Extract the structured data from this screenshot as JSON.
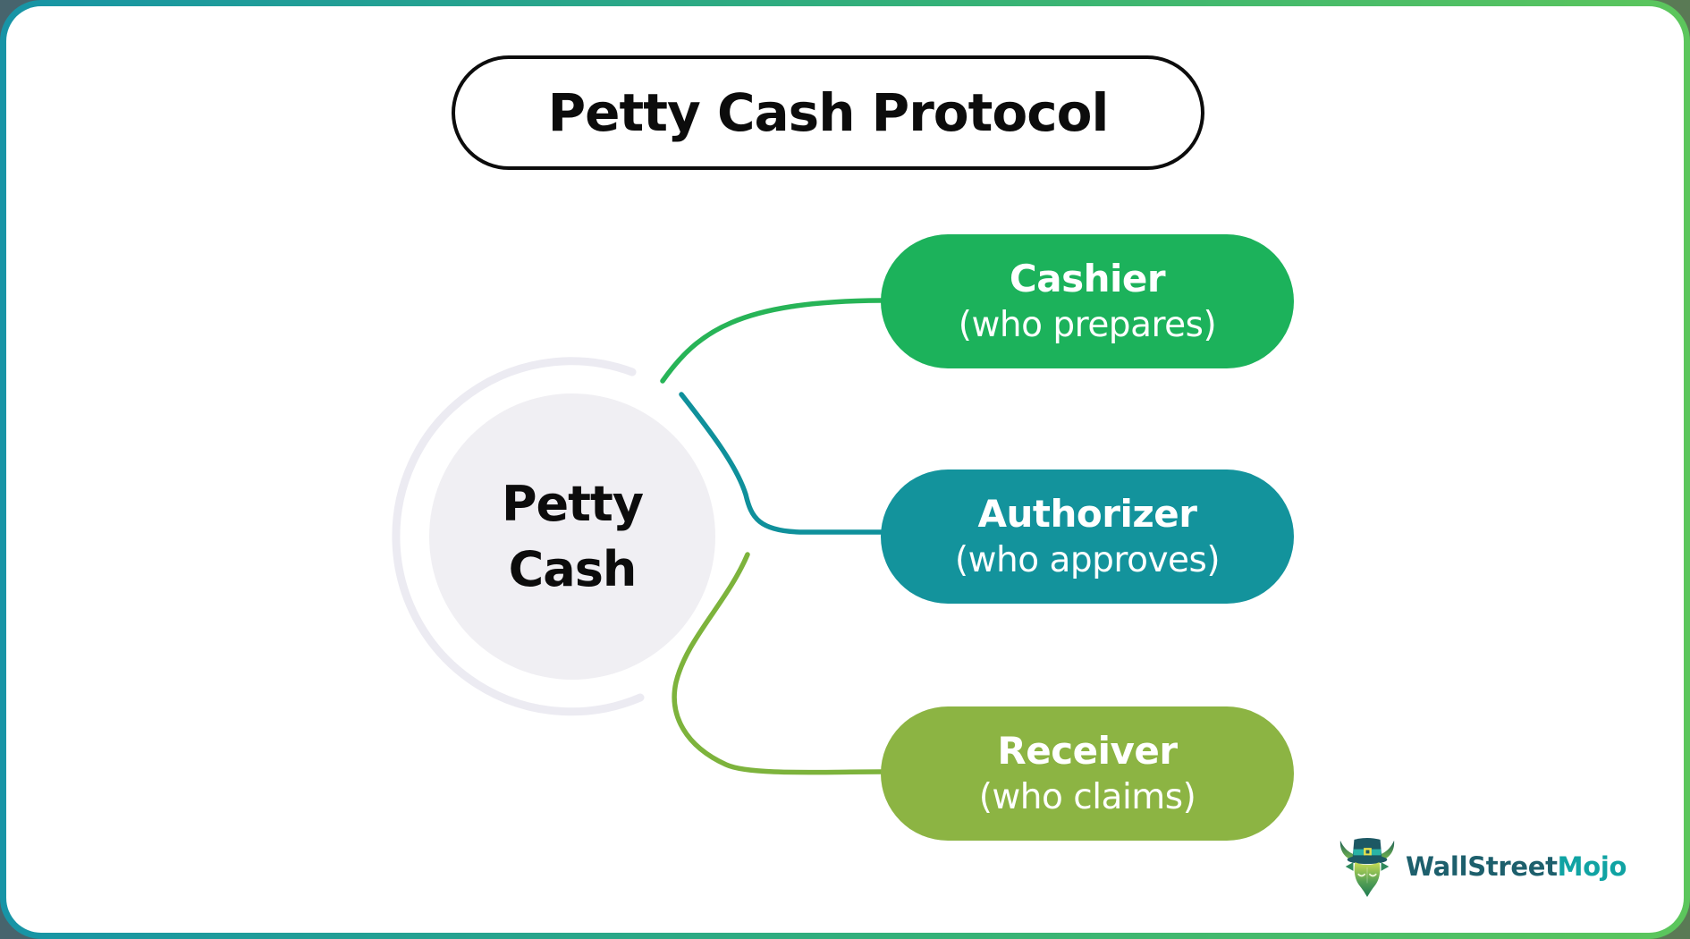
{
  "title": "Petty Cash Protocol",
  "hub": {
    "line1": "Petty",
    "line2": "Cash"
  },
  "nodes": [
    {
      "role": "Cashier",
      "subtitle": "(who prepares)",
      "fill": "#1CB25B",
      "line": "#27B457"
    },
    {
      "role": "Authorizer",
      "subtitle": "(who approves)",
      "fill": "#13939C",
      "line": "#0F909B"
    },
    {
      "role": "Receiver",
      "subtitle": "(who claims)",
      "fill": "#8CB443",
      "line": "#7DB33C"
    }
  ],
  "logo": {
    "brand_primary": "WallStreet",
    "brand_accent": "Mojo",
    "primary_color": "#1D5F6C",
    "accent_color": "#10A3A3"
  },
  "colors": {
    "card_background": "#FFFFFF",
    "frame_gradient_start": "#1794A6",
    "frame_gradient_end": "#5CC65C",
    "title_text": "#0C0C0C",
    "title_border": "#0C0C0C",
    "hub_fill": "#F0EFF3",
    "hub_ring": "#ECEBF2",
    "pill_text": "#FFFFFF"
  }
}
